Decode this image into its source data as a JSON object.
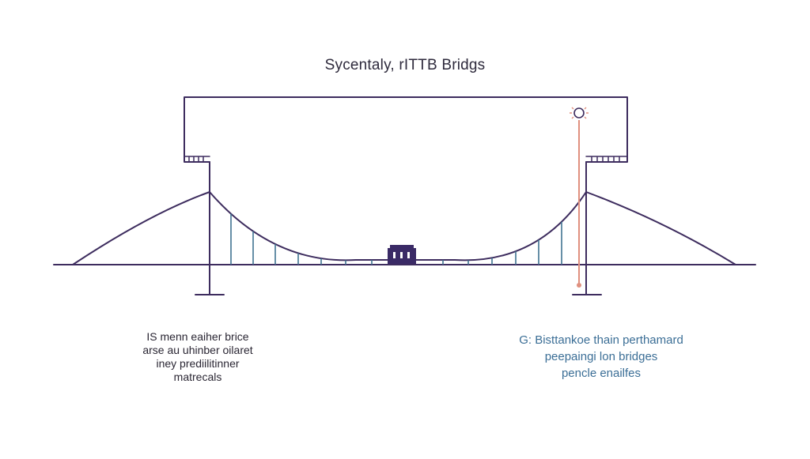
{
  "title": "Sycentaly, rITTB Bridgs",
  "colors": {
    "structure": "#3d2c5e",
    "hangers": "#3f7391",
    "marker": "#e0907f",
    "deck_house": "#3a2a66",
    "note_left": "#2a2633",
    "note_right": "#3b6e96"
  },
  "notes": {
    "left": [
      "IS menn eaiher brice",
      "arse au uhinber oilaret",
      "iney prediilitinner",
      "matrecals"
    ],
    "right": [
      "G: Bisttankoe thain perthamard",
      "peepaingi lon bridges",
      "pencle enailfes"
    ]
  },
  "icons": {
    "deck_house": "house-icon",
    "marker_head": "circle-marker-icon"
  }
}
